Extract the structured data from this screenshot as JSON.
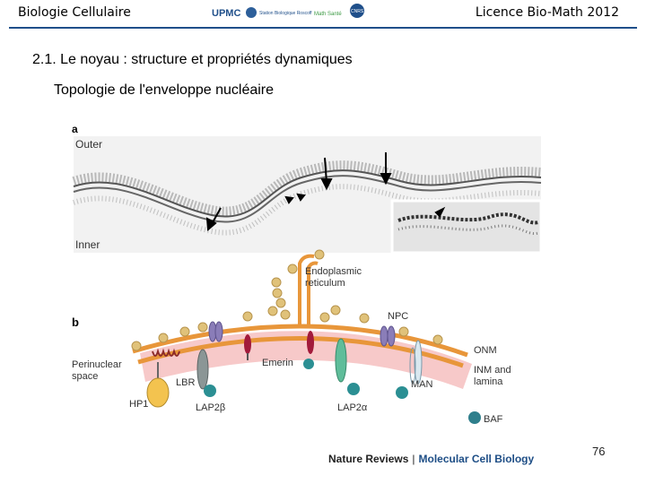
{
  "header": {
    "left": "Biologie Cellulaire",
    "right": "Licence Bio-Math 2012",
    "logos": [
      "UPMC",
      "Station Biologique Roscoff",
      "Math Santé",
      "CNRS"
    ]
  },
  "slide": {
    "title": "2.1. Le noyau : structure et propriétés dynamiques",
    "subtitle": "Topologie de l'enveloppe nucléaire",
    "page_number": "76"
  },
  "figure": {
    "panel_a": {
      "letter": "a",
      "outer_label": "Outer",
      "inner_label": "Inner"
    },
    "panel_b": {
      "letter": "b",
      "labels": {
        "er": [
          "Endoplasmic",
          "reticulum"
        ],
        "npc": "NPC",
        "onm": "ONM",
        "inm": [
          "INM and",
          "lamina"
        ],
        "perinuclear": [
          "Perinuclear",
          "space"
        ],
        "emerin": "Emerin",
        "lbr": "LBR",
        "hp1": "HP1",
        "lap2b": "LAP2β",
        "lap2a": "LAP2α",
        "man": "MAN",
        "baf": "BAF"
      }
    },
    "credit": {
      "journal": "Nature Reviews",
      "separator": "|",
      "subject": "Molecular Cell Biology"
    }
  },
  "colors": {
    "header_rule": "#1f4f8a",
    "membrane": "#e8963a",
    "lamina": "#f7c9c9",
    "ribosome": "#e0c27a",
    "npc": "#8a7db8",
    "emerin": "#a21a3b",
    "teal": "#2b8f93",
    "baf": "#2f7f8c",
    "hp1": "#f3c34f"
  }
}
